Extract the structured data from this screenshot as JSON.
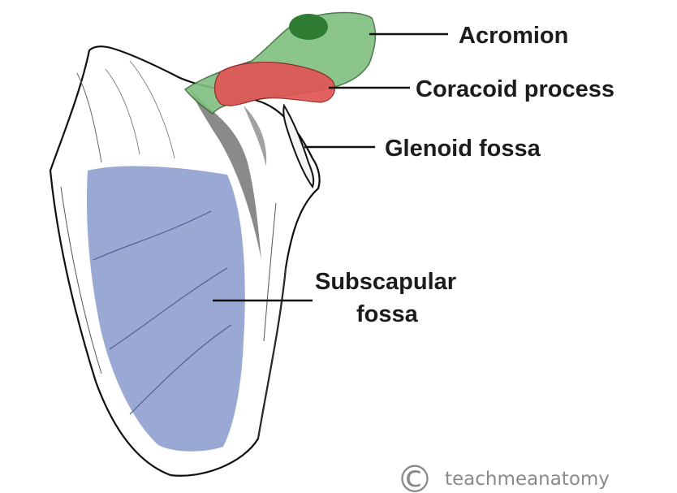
{
  "diagram": {
    "colors": {
      "acromion": "#7fbf7f",
      "acromion_tip": "#2e7d32",
      "coracoid": "#e05555",
      "subscapular": "#8899cc",
      "bone": "#ffffff",
      "outline": "#111111"
    },
    "labels": {
      "acromion": "Acromion",
      "coracoid": "Coracoid process",
      "glenoid": "Glenoid fossa",
      "subscapular_line1": "Subscapular",
      "subscapular_line2": "fossa"
    },
    "watermark": {
      "symbol": "©",
      "text": "teachmeanatomy"
    }
  }
}
